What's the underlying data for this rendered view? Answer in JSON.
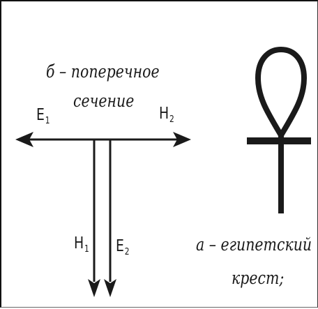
{
  "captions": {
    "cross_section_line1": "б – поперечное",
    "cross_section_line2": "сечение",
    "egyptian_cross_line1": "а – египетский",
    "egyptian_cross_line2": "крест;"
  },
  "vectors": {
    "e1": {
      "letter": "E",
      "index": "1"
    },
    "h2": {
      "letter": "H",
      "index": "2"
    },
    "h1": {
      "letter": "H",
      "index": "1"
    },
    "e2": {
      "letter": "E",
      "index": "2"
    }
  },
  "colors": {
    "ink": "#1a1a1a",
    "background": "#ffffff"
  }
}
